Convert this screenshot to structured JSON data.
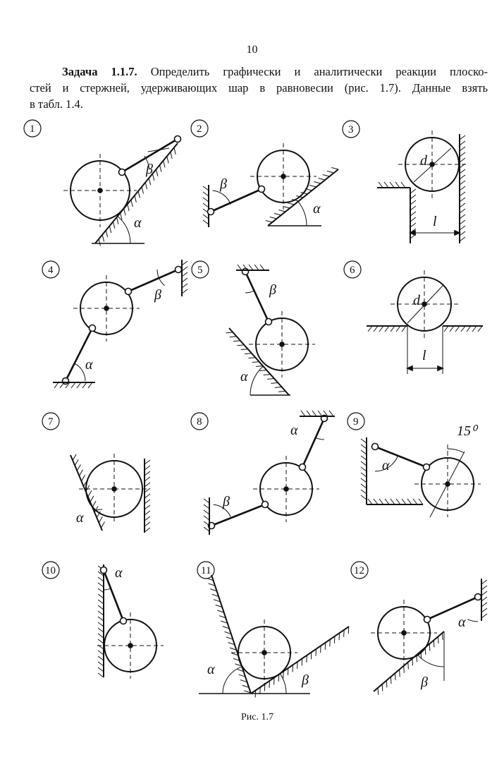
{
  "page_number": "10",
  "task": {
    "title": "Задача 1.1.7.",
    "line1": "Определить графически и аналитически реакции плоско-",
    "line2": "стей и стержней, удерживающих шар в равновесии (рис. 1.7). Данные взять",
    "line3": "в табл. 1.4."
  },
  "figures": [
    {
      "number": "1",
      "labels": [
        "α",
        "β"
      ]
    },
    {
      "number": "2",
      "labels": [
        "β",
        "α"
      ]
    },
    {
      "number": "3",
      "labels": [
        "d",
        "l"
      ]
    },
    {
      "number": "4",
      "labels": [
        "β",
        "α"
      ]
    },
    {
      "number": "5",
      "labels": [
        "β",
        "α"
      ]
    },
    {
      "number": "6",
      "labels": [
        "d",
        "l"
      ]
    },
    {
      "number": "7",
      "labels": [
        "α"
      ]
    },
    {
      "number": "8",
      "labels": [
        "α",
        "β"
      ]
    },
    {
      "number": "9",
      "labels": [
        "α",
        "15⁰"
      ]
    },
    {
      "number": "10",
      "labels": [
        "α"
      ]
    },
    {
      "number": "11",
      "labels": [
        "α",
        "β"
      ]
    },
    {
      "number": "12",
      "labels": [
        "α",
        "β"
      ]
    }
  ],
  "caption": "Рис. 1.7"
}
